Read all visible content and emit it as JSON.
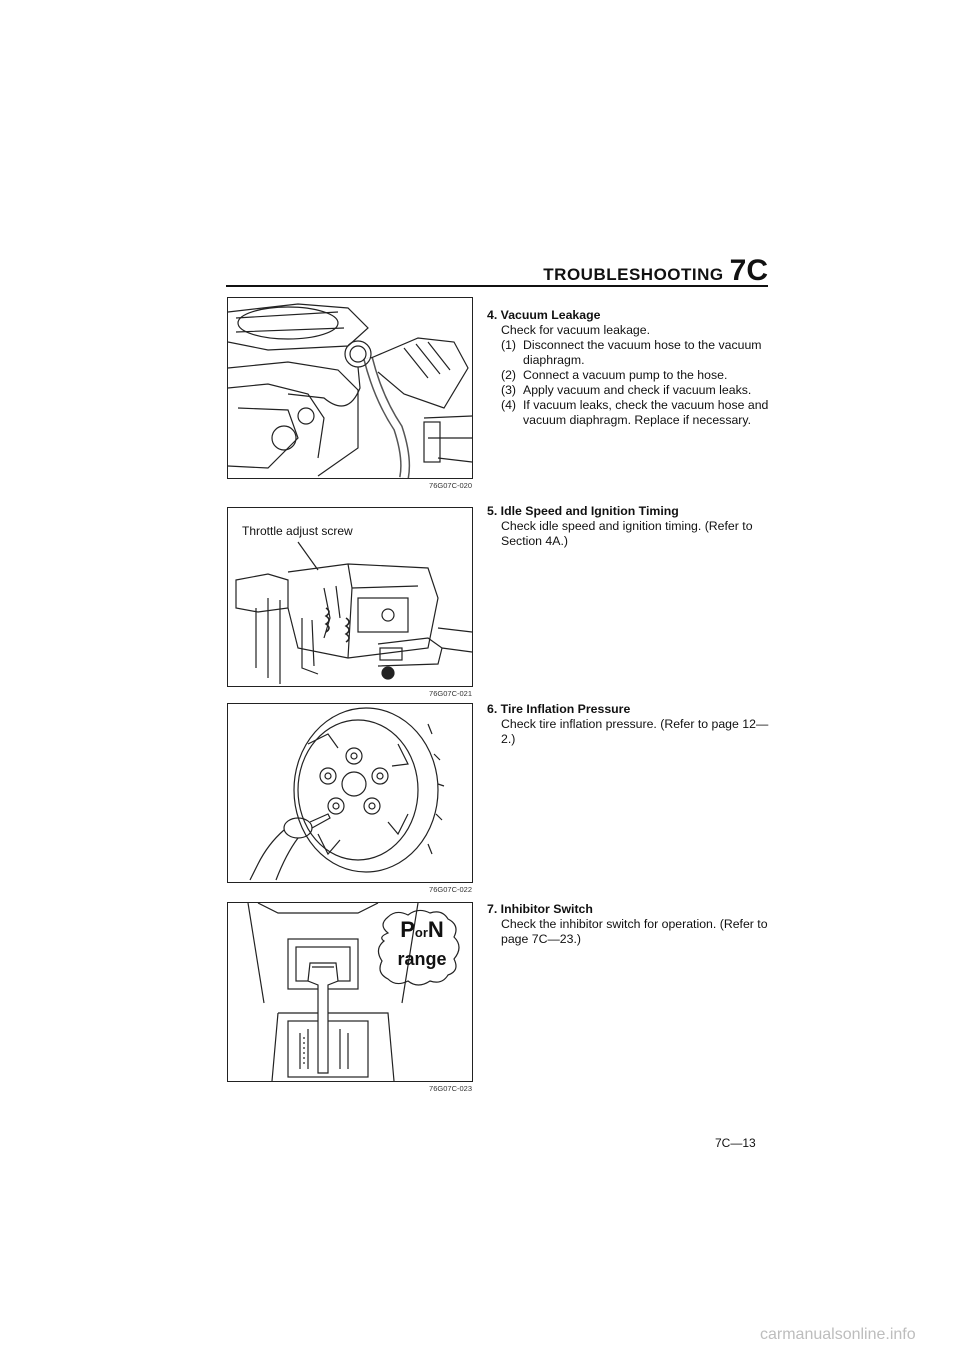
{
  "header": {
    "title": "TROUBLESHOOTING",
    "section": "7C"
  },
  "figures": [
    {
      "code": "76G07C-020"
    },
    {
      "code": "76G07C-021",
      "label": "Throttle adjust screw"
    },
    {
      "code": "76G07C-022"
    },
    {
      "code": "76G07C-023",
      "bubble_p": "P",
      "bubble_or": "or",
      "bubble_n": "N",
      "bubble_range": "range"
    }
  ],
  "sections": [
    {
      "heading": "4. Vacuum Leakage",
      "intro": "Check for vacuum leakage.",
      "steps": [
        {
          "num": "(1)",
          "text": "Disconnect the vacuum hose to the vacuum diaphragm."
        },
        {
          "num": "(2)",
          "text": "Connect a vacuum pump to the hose."
        },
        {
          "num": "(3)",
          "text": "Apply vacuum and check if vacuum leaks."
        },
        {
          "num": "(4)",
          "text": "If vacuum leaks, check the vacuum hose and vacuum diaphragm. Replace if necessary."
        }
      ]
    },
    {
      "heading": "5. Idle Speed and Ignition Timing",
      "intro": "Check idle speed and ignition timing. (Refer to Section 4A.)"
    },
    {
      "heading": "6. Tire Inflation Pressure",
      "intro": "Check tire inflation pressure. (Refer to page 12—2.)"
    },
    {
      "heading": "7. Inhibitor Switch",
      "intro": "Check the inhibitor switch for operation. (Refer to page 7C—23.)"
    }
  ],
  "footer": {
    "page_number": "7C—13",
    "watermark": "carmanualsonline.info"
  }
}
